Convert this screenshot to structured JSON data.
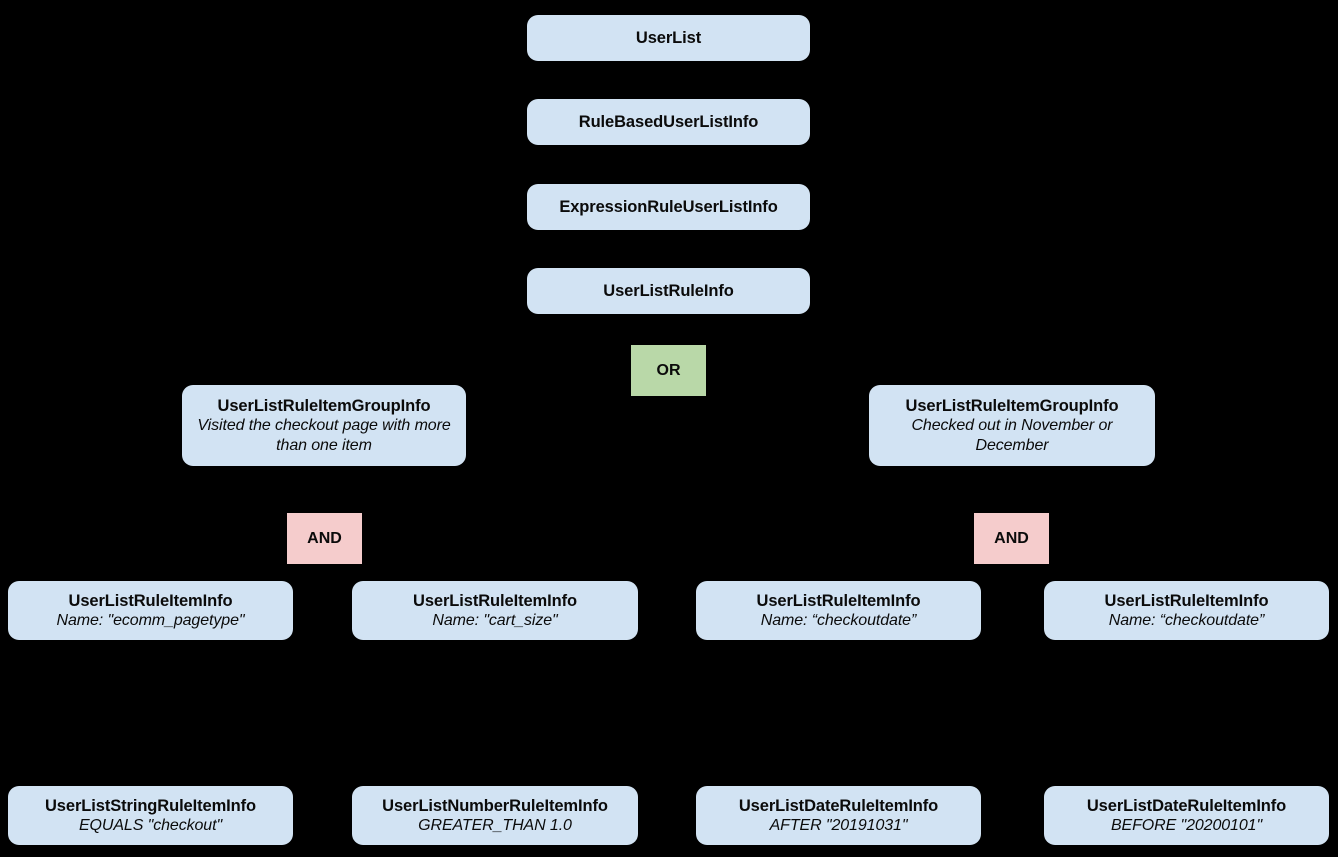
{
  "diagram": {
    "background_color": "#000000",
    "entity_color": "#d2e3f3",
    "or_color": "#b9d8a8",
    "and_color": "#f5cccc",
    "text_color": "#0b0b0b",
    "nodes": {
      "user_list": {
        "title": "UserList",
        "subtitle": ""
      },
      "rule_based_user_list_info": {
        "title": "RuleBasedUserListInfo",
        "subtitle": ""
      },
      "expression_rule_user_list_info": {
        "title": "ExpressionRuleUserListInfo",
        "subtitle": ""
      },
      "user_list_rule_info": {
        "title": "UserListRuleInfo",
        "subtitle": ""
      },
      "or_operator": {
        "label": "OR"
      },
      "group_left": {
        "title": "UserListRuleItemGroupInfo",
        "subtitle": "Visited the checkout page with more than one item"
      },
      "group_right": {
        "title": "UserListRuleItemGroupInfo",
        "subtitle": "Checked out in November or December"
      },
      "and_left": {
        "label": "AND"
      },
      "and_right": {
        "label": "AND"
      },
      "item_1": {
        "title": "UserListRuleItemInfo",
        "subtitle": "Name: \"ecomm_pagetype\""
      },
      "item_2": {
        "title": "UserListRuleItemInfo",
        "subtitle": "Name: \"cart_size\""
      },
      "item_3": {
        "title": "UserListRuleItemInfo",
        "subtitle": "Name: “checkoutdate”"
      },
      "item_4": {
        "title": "UserListRuleItemInfo",
        "subtitle": "Name: “checkoutdate”"
      },
      "leaf_1": {
        "title": "UserListStringRuleItemInfo",
        "subtitle": "EQUALS \"checkout\""
      },
      "leaf_2": {
        "title": "UserListNumberRuleItemInfo",
        "subtitle": "GREATER_THAN 1.0"
      },
      "leaf_3": {
        "title": "UserListDateRuleItemInfo",
        "subtitle": "AFTER \"20191031\""
      },
      "leaf_4": {
        "title": "UserListDateRuleItemInfo",
        "subtitle": "BEFORE \"20200101\""
      }
    }
  }
}
